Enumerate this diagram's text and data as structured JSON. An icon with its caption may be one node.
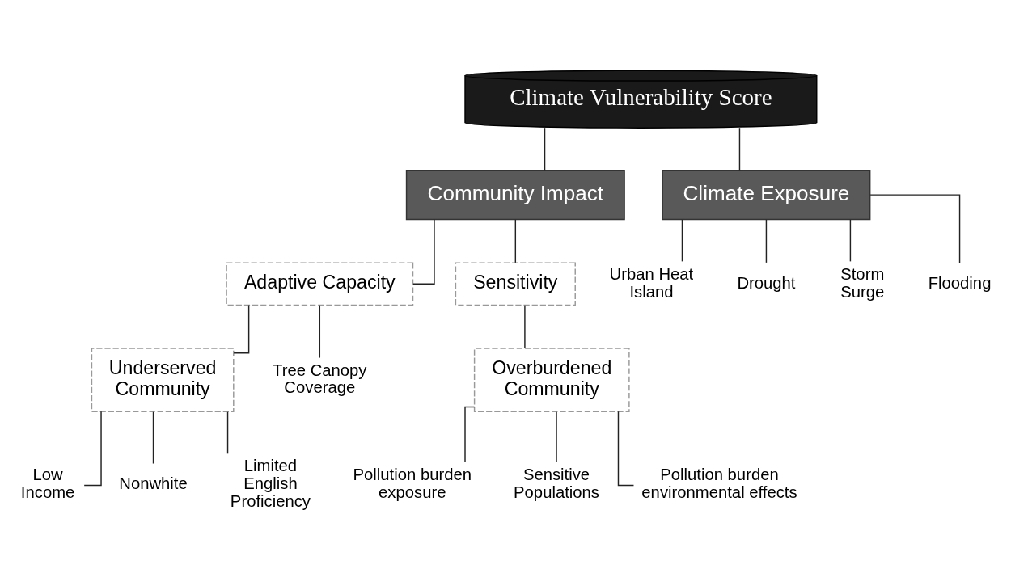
{
  "diagram": {
    "nodes": [
      {
        "text": [
          "Climate Vulnerability Score"
        ]
      },
      {
        "text": [
          "Community Impact"
        ]
      },
      {
        "text": [
          "Climate Exposure"
        ]
      },
      {
        "text": [
          "Adaptive Capacity"
        ]
      },
      {
        "text": [
          "Sensitivity"
        ]
      },
      {
        "text": [
          "Underserved Community"
        ]
      },
      {
        "text": [
          "Tree Canopy Coverage"
        ]
      },
      {
        "text": [
          "Overburdened Community"
        ]
      },
      {
        "text": [
          "Low Income"
        ]
      },
      {
        "text": [
          "Nonwhite"
        ]
      },
      {
        "text": [
          "Limited English Proficiency"
        ]
      },
      {
        "text": [
          "Pollution burden exposure"
        ]
      },
      {
        "text": [
          "Sensitive Populations"
        ]
      },
      {
        "text": [
          "Pollution burden environmental effects"
        ]
      },
      {
        "text": [
          "Urban Heat Island"
        ]
      },
      {
        "text": [
          "Drought"
        ]
      },
      {
        "text": [
          "Storm Surge"
        ]
      },
      {
        "text": [
          "Flooding"
        ]
      }
    ],
    "edges": [
      {
        "from": 0,
        "to": 1,
        "arrow": "none"
      },
      {
        "from": 0,
        "to": 2,
        "arrow": "none"
      },
      {
        "from": 1,
        "to": 3,
        "arrow": "none"
      },
      {
        "from": 1,
        "to": 4,
        "arrow": "none"
      },
      {
        "from": 3,
        "to": 5,
        "arrow": "none"
      },
      {
        "from": 3,
        "to": 6,
        "arrow": "none"
      },
      {
        "from": 4,
        "to": 7,
        "arrow": "none"
      },
      {
        "from": 5,
        "to": 8,
        "arrow": "none"
      },
      {
        "from": 5,
        "to": 9,
        "arrow": "none"
      },
      {
        "from": 5,
        "to": 10,
        "arrow": "none"
      },
      {
        "from": 7,
        "to": 11,
        "arrow": "none"
      },
      {
        "from": 7,
        "to": 12,
        "arrow": "none"
      },
      {
        "from": 7,
        "to": 13,
        "arrow": "none"
      },
      {
        "from": 2,
        "to": 14,
        "arrow": "none"
      },
      {
        "from": 2,
        "to": 15,
        "arrow": "none"
      },
      {
        "from": 2,
        "to": 16,
        "arrow": "none"
      },
      {
        "from": 2,
        "to": 17,
        "arrow": "none"
      }
    ]
  }
}
